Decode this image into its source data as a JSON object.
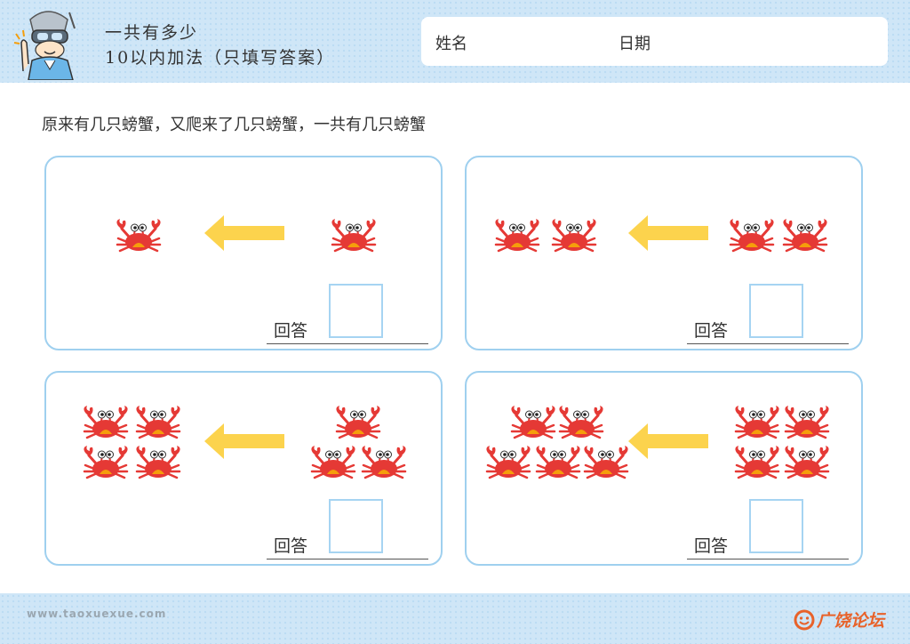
{
  "header": {
    "title_line1": "一共有多少",
    "title_line2": "10以内加法（只填写答案）",
    "name_label": "姓名",
    "date_label": "日期"
  },
  "instruction": "原来有几只螃蟹，又爬来了几只螃蟹，一共有几只螃蟹",
  "cards": [
    {
      "answer_label": "回答",
      "left_crabs": 1,
      "right_crabs": 1
    },
    {
      "answer_label": "回答",
      "left_crabs": 2,
      "right_crabs": 2
    },
    {
      "answer_label": "回答",
      "left_crabs": 4,
      "right_crabs": 3
    },
    {
      "answer_label": "回答",
      "left_crabs": 5,
      "right_crabs": 4
    }
  ],
  "footer": {
    "url": "www.taoxuexue.com",
    "logo_text": "广饶论坛"
  },
  "colors": {
    "header_bg": "#cfe6f7",
    "card_border": "#9fd0ef",
    "arrow": "#fcd34d",
    "crab": "#e53935"
  }
}
